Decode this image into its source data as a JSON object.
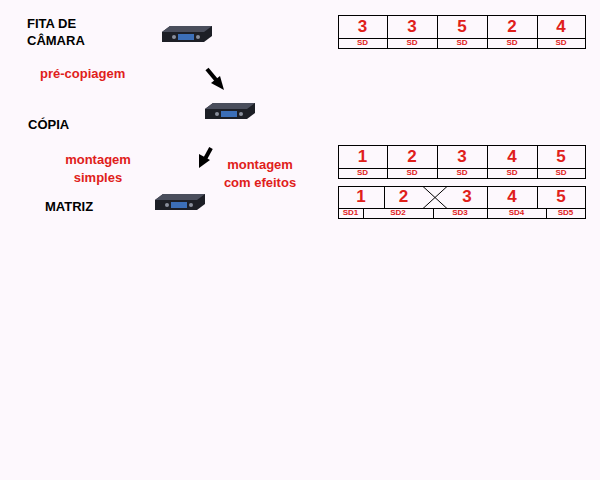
{
  "diagram": {
    "labels": [
      "FITA DE CÂMARA",
      "pré-copiagem",
      "CÓPIA",
      "montagem simples",
      "montagem com efeitos",
      "MATRIZ",
      "3",
      "3",
      "5",
      "2",
      "4",
      "SD",
      "SD",
      "SD",
      "SD",
      "SD",
      "1",
      "2",
      "3",
      "4",
      "5",
      "SD",
      "SD",
      "SD",
      "SD",
      "SD",
      "1",
      "2",
      "3",
      "4",
      "5",
      "SD1",
      "SD2",
      "SD3",
      "SD4",
      "SD5"
    ]
  }
}
